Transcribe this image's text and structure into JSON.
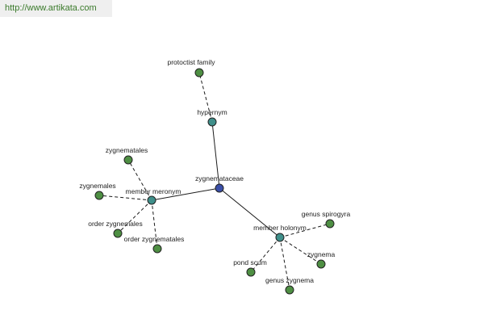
{
  "header": {
    "watermark_text": "http://www.artikata.com"
  },
  "colors": {
    "center": "#3a4fa8",
    "relation": "#3f8f8a",
    "leaf": "#4e8f43",
    "text": "#222222",
    "link": "#3a7a2a"
  },
  "graph": {
    "nodes": [
      {
        "id": "zygnemataceae",
        "label": "zygnemataceae",
        "kind": "center"
      },
      {
        "id": "hypernym",
        "label": "hypernym",
        "kind": "relation"
      },
      {
        "id": "protoctist-family",
        "label": "protoctist family",
        "kind": "leaf"
      },
      {
        "id": "member-meronym",
        "label": "member meronym",
        "kind": "relation"
      },
      {
        "id": "zygnematales-1",
        "label": "zygnematales",
        "kind": "leaf"
      },
      {
        "id": "zygnemales",
        "label": "zygnemales",
        "kind": "leaf"
      },
      {
        "id": "order-zygnemales",
        "label": "order zygnemales",
        "kind": "leaf"
      },
      {
        "id": "order-zygnematales",
        "label": "order zygnematales",
        "kind": "leaf"
      },
      {
        "id": "member-holonym",
        "label": "member holonym",
        "kind": "relation"
      },
      {
        "id": "genus-spirogyra",
        "label": "genus spirogyra",
        "kind": "leaf"
      },
      {
        "id": "zygnema",
        "label": "zygnema",
        "kind": "leaf"
      },
      {
        "id": "genus-zygnema",
        "label": "genus zygnema",
        "kind": "leaf"
      },
      {
        "id": "pond-scum",
        "label": "pond scum",
        "kind": "leaf"
      }
    ],
    "edges": [
      {
        "from": "zygnemataceae",
        "to": "hypernym",
        "style": "solid"
      },
      {
        "from": "zygnemataceae",
        "to": "member-meronym",
        "style": "solid"
      },
      {
        "from": "zygnemataceae",
        "to": "member-holonym",
        "style": "solid"
      },
      {
        "from": "hypernym",
        "to": "protoctist-family",
        "style": "dashed"
      },
      {
        "from": "member-meronym",
        "to": "zygnematales-1",
        "style": "dashed"
      },
      {
        "from": "member-meronym",
        "to": "zygnemales",
        "style": "dashed"
      },
      {
        "from": "member-meronym",
        "to": "order-zygnemales",
        "style": "dashed"
      },
      {
        "from": "member-meronym",
        "to": "order-zygnematales",
        "style": "dashed"
      },
      {
        "from": "member-holonym",
        "to": "genus-spirogyra",
        "style": "dashed"
      },
      {
        "from": "member-holonym",
        "to": "zygnema",
        "style": "dashed"
      },
      {
        "from": "member-holonym",
        "to": "genus-zygnema",
        "style": "dashed"
      },
      {
        "from": "member-holonym",
        "to": "pond-scum",
        "style": "dashed"
      }
    ]
  }
}
